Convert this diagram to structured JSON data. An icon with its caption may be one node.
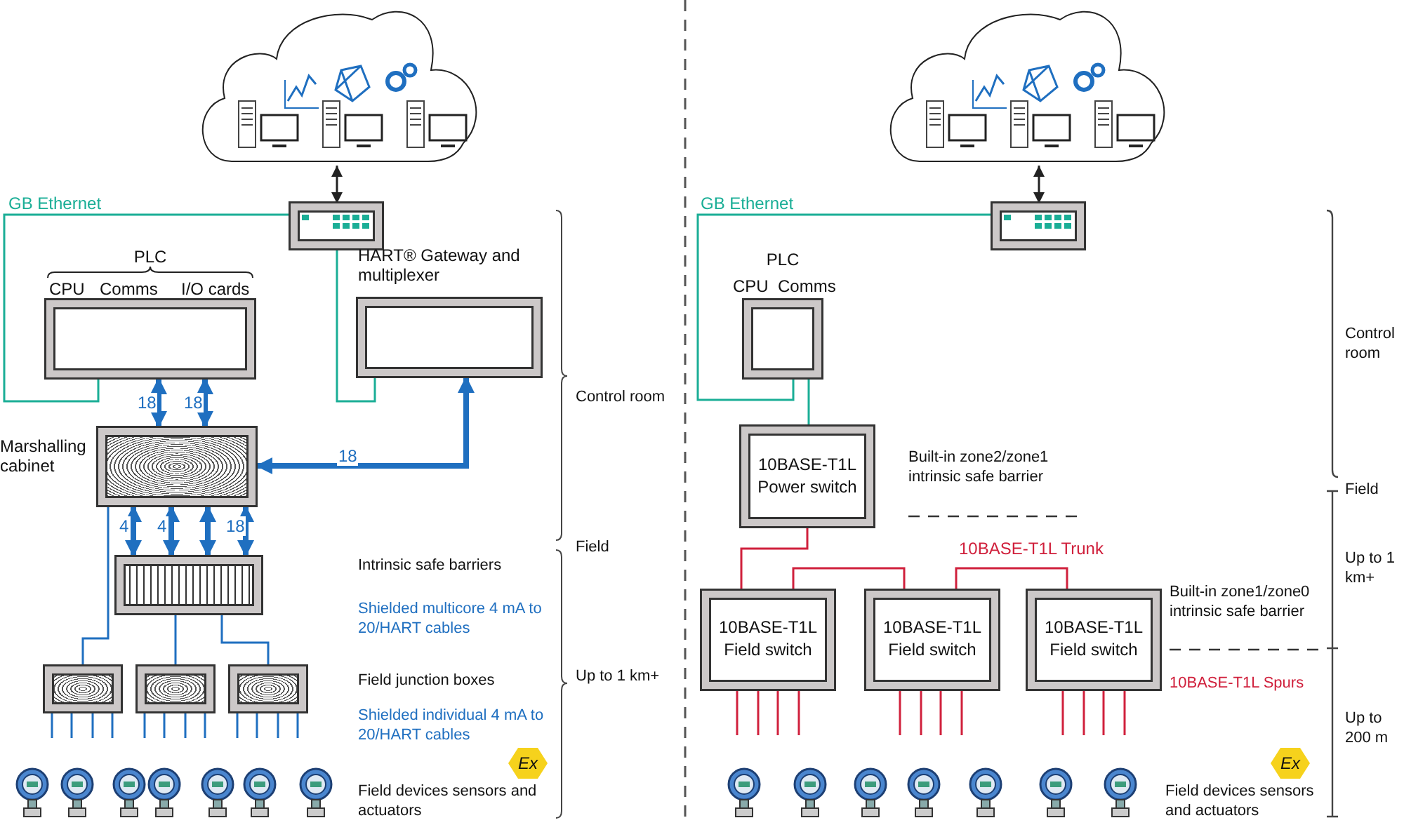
{
  "diagram": {
    "nodes": [
      {
        "text": [],
        "shape": "cloud"
      },
      {
        "text": [],
        "shape": "box"
      },
      {
        "text": [
          "PLC",
          "CPU",
          "Comms",
          "I/O cards"
        ]
      },
      {
        "text": [
          "HART® Gateway and multiplexer"
        ]
      },
      {
        "text": [
          "Marshalling cabinet"
        ]
      },
      {
        "text": [],
        "shape": "box"
      },
      {
        "text": [],
        "shape": "box"
      },
      {
        "text": [],
        "shape": "box"
      },
      {
        "text": [],
        "shape": "box"
      },
      {
        "text": [],
        "shape": "picture"
      },
      {
        "text": [],
        "shape": "picture"
      },
      {
        "text": [],
        "shape": "picture"
      },
      {
        "text": [],
        "shape": "picture"
      },
      {
        "text": [],
        "shape": "picture"
      },
      {
        "text": [],
        "shape": "picture"
      },
      {
        "text": [],
        "shape": "picture"
      },
      {
        "text": [],
        "shape": "cloud"
      },
      {
        "text": [],
        "shape": "box"
      },
      {
        "text": [
          "PLC",
          "CPU",
          "Comms"
        ]
      },
      {
        "text": [
          "10BASE-T1L Power switch"
        ]
      },
      {
        "text": [
          "10BASE-T1L Field switch"
        ]
      },
      {
        "text": [
          "10BASE-T1L Field switch"
        ]
      },
      {
        "text": [
          "10BASE-T1L Field switch"
        ]
      },
      {
        "text": [],
        "shape": "picture"
      },
      {
        "text": [],
        "shape": "picture"
      },
      {
        "text": [],
        "shape": "picture"
      },
      {
        "text": [],
        "shape": "picture"
      },
      {
        "text": [],
        "shape": "picture"
      },
      {
        "text": [],
        "shape": "picture"
      },
      {
        "text": [],
        "shape": "picture"
      }
    ],
    "edges": [
      {
        "from": 0,
        "to": 1,
        "arrow": "both",
        "color": "#222222"
      },
      {
        "from": 1,
        "to": 2,
        "arrow": "none",
        "label": "GB Ethernet",
        "color": "#1aae96"
      },
      {
        "from": 1,
        "to": 3,
        "arrow": "none",
        "color": "#1aae96"
      },
      {
        "from": 2,
        "to": 4,
        "arrow": "both",
        "label": "18",
        "style": "thick"
      },
      {
        "from": 2,
        "to": 4,
        "arrow": "both",
        "label": "18",
        "style": "thick"
      },
      {
        "from": 4,
        "to": 3,
        "arrow": "both",
        "label": "18",
        "style": "thick"
      },
      {
        "from": 4,
        "to": 5,
        "arrow": "both",
        "label": "4",
        "style": "thick"
      },
      {
        "from": 4,
        "to": 5,
        "arrow": "both",
        "label": "4",
        "style": "thick"
      },
      {
        "from": 4,
        "to": 5,
        "arrow": "both",
        "style": "thick"
      },
      {
        "from": 4,
        "to": 5,
        "arrow": "both",
        "label": "18",
        "style": "thick"
      },
      {
        "from": 4,
        "to": 6,
        "arrow": "none"
      },
      {
        "from": 5,
        "to": 7,
        "arrow": "none"
      },
      {
        "from": 5,
        "to": 8,
        "arrow": "none"
      },
      {
        "from": 6,
        "to": null,
        "arrow": "none"
      },
      {
        "from": 6,
        "to": null,
        "arrow": "none"
      },
      {
        "from": 6,
        "to": null,
        "arrow": "none"
      },
      {
        "from": 6,
        "to": null,
        "arrow": "none"
      },
      {
        "from": 7,
        "to": null,
        "arrow": "none"
      },
      {
        "from": 7,
        "to": null,
        "arrow": "none"
      },
      {
        "from": 7,
        "to": null,
        "arrow": "none"
      },
      {
        "from": 7,
        "to": null,
        "arrow": "none"
      },
      {
        "from": 8,
        "to": null,
        "arrow": "none"
      },
      {
        "from": 8,
        "to": null,
        "arrow": "none"
      },
      {
        "from": 8,
        "to": null,
        "arrow": "none"
      },
      {
        "from": 8,
        "to": null,
        "arrow": "none"
      },
      {
        "from": 16,
        "to": 17,
        "arrow": "both",
        "color": "#222222"
      },
      {
        "from": 17,
        "to": 18,
        "arrow": "none",
        "label": "GB Ethernet",
        "color": "#1aae96"
      },
      {
        "from": 18,
        "to": 19,
        "arrow": "none",
        "color": "#1aae96"
      },
      {
        "from": 19,
        "to": 20,
        "arrow": "none",
        "color": "#d0203c"
      },
      {
        "from": 20,
        "to": 21,
        "arrow": "none",
        "color": "#d0203c"
      },
      {
        "from": 21,
        "to": 22,
        "arrow": "none",
        "label": "10BASE-T1L Trunk",
        "color": "#d0203c"
      },
      {
        "from": 20,
        "to": null,
        "arrow": "none",
        "color": "#d0203c"
      },
      {
        "from": 20,
        "to": null,
        "arrow": "none",
        "color": "#d0203c"
      },
      {
        "from": 20,
        "to": null,
        "arrow": "none",
        "color": "#d0203c"
      },
      {
        "from": 20,
        "to": null,
        "arrow": "none",
        "color": "#d0203c"
      },
      {
        "from": 21,
        "to": null,
        "arrow": "none",
        "color": "#d0203c"
      },
      {
        "from": 21,
        "to": null,
        "arrow": "none",
        "color": "#d0203c"
      },
      {
        "from": 21,
        "to": null,
        "arrow": "none",
        "color": "#d0203c"
      },
      {
        "from": 21,
        "to": null,
        "arrow": "none",
        "color": "#d0203c"
      },
      {
        "from": 22,
        "to": null,
        "arrow": "none",
        "color": "#d0203c"
      },
      {
        "from": 22,
        "to": null,
        "arrow": "none",
        "color": "#d0203c"
      },
      {
        "from": 22,
        "to": null,
        "arrow": "none",
        "color": "#d0203c"
      },
      {
        "from": 22,
        "to": null,
        "arrow": "none",
        "color": "#d0203c"
      }
    ],
    "labels": [
      "Intrinsic safe barriers",
      "Shielded multicore 4 mA to 20/HART cables",
      "Field junction boxes",
      "Shielded individual 4 mA to 20/HART cables",
      "Field devices sensors and actuators",
      "Ex",
      "Control room",
      "Field",
      "Up to 1 km+",
      "Built-in zone2/zone1 intrinsic safe barrier",
      "Built-in zone1/zone0 intrinsic safe barrier",
      "10BASE-T1L Spurs",
      "Field devices sensors and actuators",
      "Ex",
      "Control room",
      "Field",
      "Up to 1 km+",
      "Up to 200 m"
    ]
  }
}
